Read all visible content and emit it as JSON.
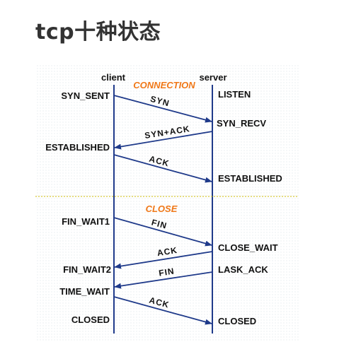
{
  "title": "tcp十种状态",
  "headers": {
    "client": "client",
    "server": "server"
  },
  "sections": {
    "connection": "CONNECTION",
    "close": "CLOSE"
  },
  "client_states": [
    "SYN_SENT",
    "ESTABLISHED",
    "FIN_WAIT1",
    "FIN_WAIT2",
    "TIME_WAIT",
    "CLOSED"
  ],
  "server_states": [
    "LISTEN",
    "SYN_RECV",
    "ESTABLISHED",
    "CLOSE_WAIT",
    "LASK_ACK",
    "CLOSED"
  ],
  "messages": [
    {
      "label": "SYN",
      "direction": "client-to-server"
    },
    {
      "label": "SYN+ACK",
      "direction": "server-to-client"
    },
    {
      "label": "ACK",
      "direction": "client-to-server"
    },
    {
      "label": "FIN",
      "direction": "client-to-server"
    },
    {
      "label": "ACK",
      "direction": "server-to-client"
    },
    {
      "label": "FIN",
      "direction": "server-to-client"
    },
    {
      "label": "ACK",
      "direction": "client-to-server"
    }
  ],
  "colors": {
    "lifeline": "#1f3a8a",
    "arrow": "#1f3a8a",
    "section_label": "#f07818",
    "divider": "#e0d040",
    "background_dots": "#eef2f4"
  }
}
